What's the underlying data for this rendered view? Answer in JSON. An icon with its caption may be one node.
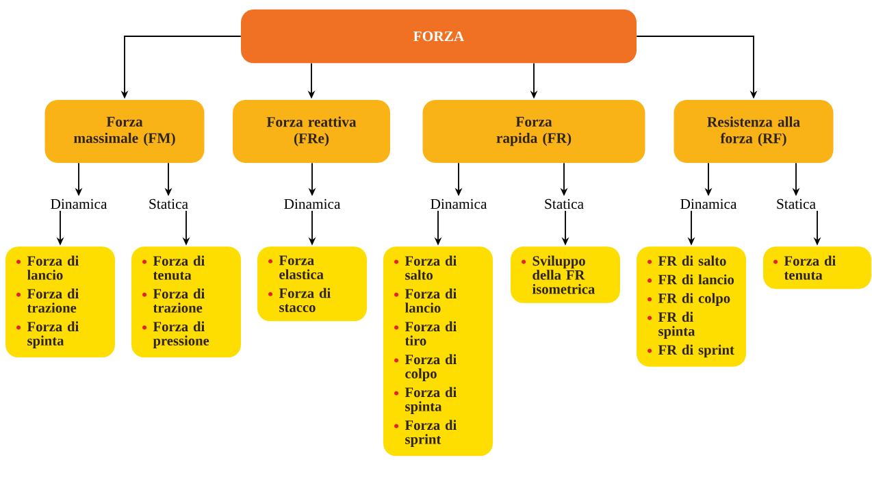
{
  "diagram": {
    "nodes": [
      {
        "text": [
          "FORZA"
        ]
      },
      {
        "text": [
          "Forza massimale (FM)"
        ]
      },
      {
        "text": [
          "Forza reattiva (FRe)"
        ]
      },
      {
        "text": [
          "Forza rapida (FR)"
        ]
      },
      {
        "text": [
          "Resistenza alla forza (RF)"
        ]
      },
      {
        "text": [
          "Dinamica"
        ]
      },
      {
        "text": [
          "Statica"
        ]
      },
      {
        "text": [
          "Dinamica"
        ]
      },
      {
        "text": [
          "Dinamica"
        ]
      },
      {
        "text": [
          "Statica"
        ]
      },
      {
        "text": [
          "Dinamica"
        ]
      },
      {
        "text": [
          "Statica"
        ]
      },
      {
        "text": [
          "Forza di lancio",
          "Forza di trazione",
          "Forza di spinta"
        ]
      },
      {
        "text": [
          "Forza di tenuta",
          "Forza di trazione",
          "Forza di pressione"
        ]
      },
      {
        "text": [
          "Forza elastica",
          "Forza di stacco"
        ]
      },
      {
        "text": [
          "Forza di salto",
          "Forza di lancio",
          "Forza di tiro",
          "Forza di colpo",
          "Forza di spinta",
          "Forza di sprint"
        ]
      },
      {
        "text": [
          "Sviluppo della FR isometrica"
        ]
      },
      {
        "text": [
          "FR di salto",
          "FR di lancio",
          "FR di colpo",
          "FR di spinta",
          "FR di sprint"
        ]
      },
      {
        "text": [
          "Forza di tenuta"
        ]
      }
    ],
    "edges": [
      {
        "from": 0,
        "to": 1,
        "arrow": "to"
      },
      {
        "from": 0,
        "to": 2,
        "arrow": "to"
      },
      {
        "from": 0,
        "to": 3,
        "arrow": "to"
      },
      {
        "from": 0,
        "to": 4,
        "arrow": "to"
      },
      {
        "from": 1,
        "to": 5,
        "arrow": "to"
      },
      {
        "from": 1,
        "to": 6,
        "arrow": "to"
      },
      {
        "from": 2,
        "to": 7,
        "arrow": "to"
      },
      {
        "from": 3,
        "to": 8,
        "arrow": "to"
      },
      {
        "from": 3,
        "to": 9,
        "arrow": "to"
      },
      {
        "from": 4,
        "to": 10,
        "arrow": "to"
      },
      {
        "from": 4,
        "to": 11,
        "arrow": "to"
      },
      {
        "from": 5,
        "to": 12,
        "arrow": "to"
      },
      {
        "from": 6,
        "to": 13,
        "arrow": "to"
      },
      {
        "from": 7,
        "to": 14,
        "arrow": "to"
      },
      {
        "from": 8,
        "to": 15,
        "arrow": "to"
      },
      {
        "from": 9,
        "to": 16,
        "arrow": "to"
      },
      {
        "from": 10,
        "to": 17,
        "arrow": "to"
      },
      {
        "from": 11,
        "to": 18,
        "arrow": "to"
      }
    ]
  }
}
